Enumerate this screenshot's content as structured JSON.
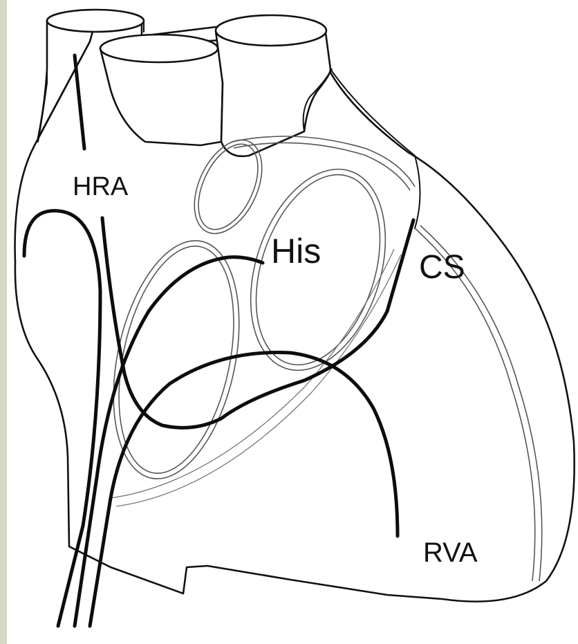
{
  "labels": {
    "hra": "HRA",
    "his": "His",
    "cs": "CS",
    "rva": "RVA"
  }
}
